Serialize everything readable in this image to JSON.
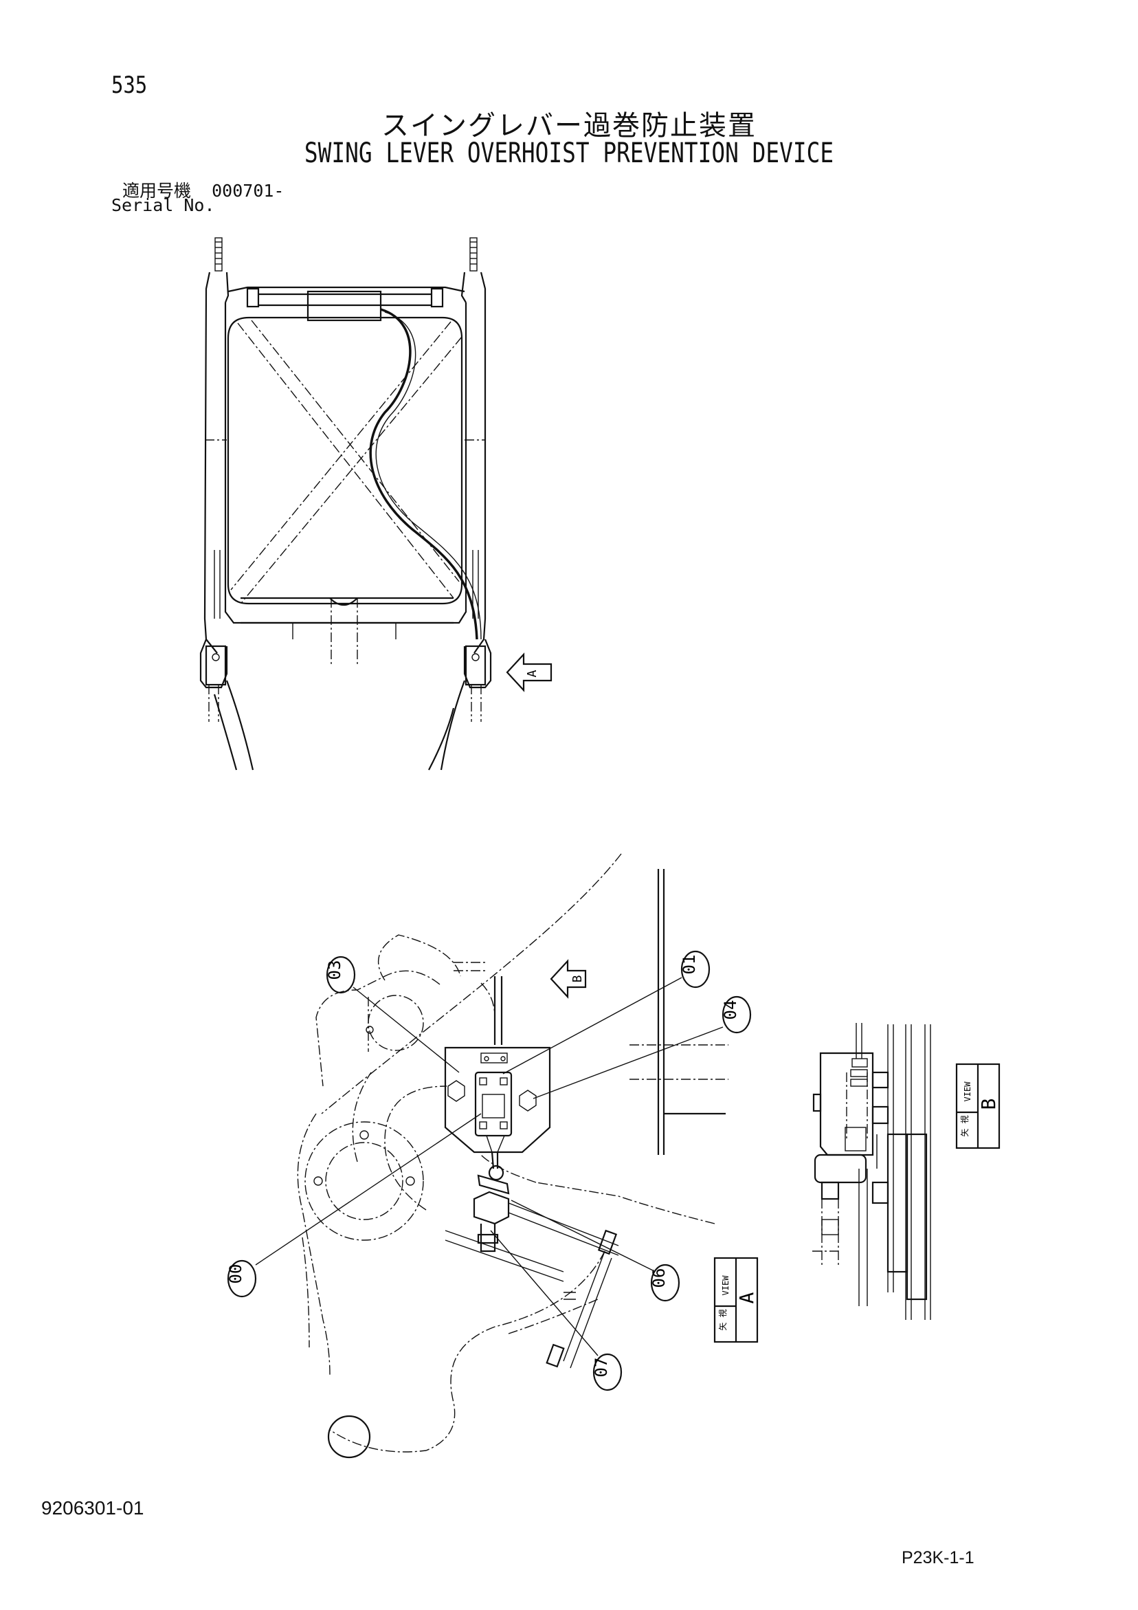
{
  "header": {
    "page_number": "535",
    "title_jp": "スイングレバー過巻防止装置",
    "title_en": "SWING LEVER OVERHOIST PREVENTION DEVICE",
    "serial_label_jp": "適用号機",
    "serial_value": "000701-",
    "serial_label_en": "Serial No."
  },
  "view_markers": {
    "top_arrow": "A",
    "bottom_arrow": "B"
  },
  "callouts": [
    "00",
    "01",
    "03",
    "04",
    "06",
    "07"
  ],
  "view_labels": [
    {
      "kanji": "矢 視",
      "word": "VIEW",
      "letter": "A"
    },
    {
      "kanji": "矢 視",
      "word": "VIEW",
      "letter": "B"
    }
  ],
  "footer": {
    "doc_number": "9206301-01",
    "page_ref": "P23K-1-1"
  }
}
